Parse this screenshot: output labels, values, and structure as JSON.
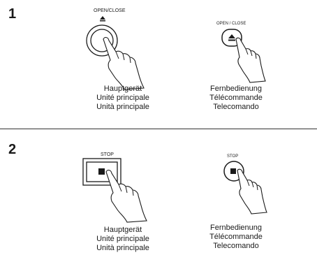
{
  "step1": {
    "number": "1",
    "main_unit": {
      "button_label": "OPEN/CLOSE",
      "caption": [
        "Hauptgerät",
        "Unité principale",
        "Unità principale"
      ]
    },
    "remote": {
      "button_label": "OPEN / CLOSE",
      "caption": [
        "Fernbedienung",
        "Télécommande",
        "Telecomando"
      ]
    }
  },
  "step2": {
    "number": "2",
    "main_unit": {
      "button_label": "STOP",
      "caption": [
        "Hauptgerät",
        "Unité principale",
        "Unità principale"
      ]
    },
    "remote": {
      "button_label": "STOP",
      "caption": [
        "Fernbedienung",
        "Télécommande",
        "Telecomando"
      ]
    }
  }
}
